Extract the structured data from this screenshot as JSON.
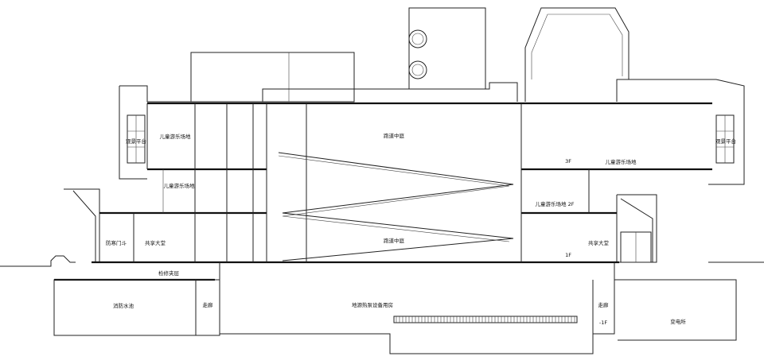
{
  "labels": {
    "obs_left": "观景平台",
    "obs_right": "观景平台",
    "play_3f_left": "儿童游乐场地",
    "play_2f_left": "儿童游乐场地",
    "play_3f_right": "儿童游乐场地",
    "play_2f_right": "儿童游乐场地 2F",
    "courtyard_upper": "跑道中庭",
    "courtyard_lower": "跑道中庭",
    "floor_3f": "3F",
    "floor_1f": "1F",
    "floor_b1": "-1F",
    "vestibule": "防寒门斗",
    "hall_left": "共享大堂",
    "hall_right": "共享大堂",
    "maint": "检修夹层",
    "pool": "消防水池",
    "corridor_left": "走廊",
    "corridor_right": "走廊",
    "geothermal": "地源热泵设备用房",
    "substation": "变电所"
  },
  "colors": {
    "line": "#222222",
    "background": "#ffffff"
  }
}
